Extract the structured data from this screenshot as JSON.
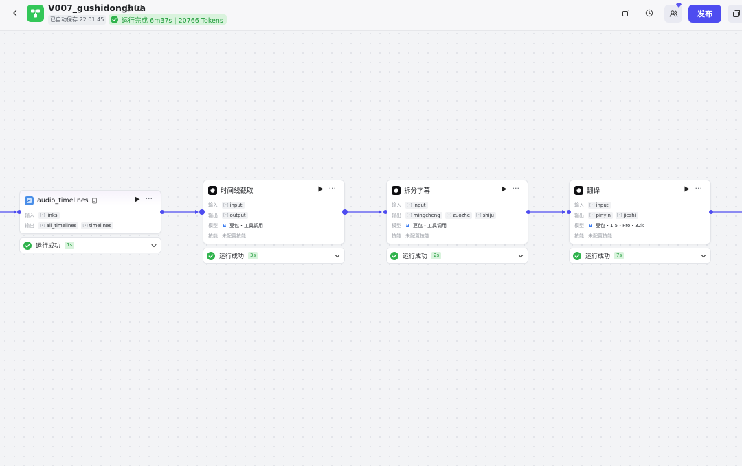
{
  "header": {
    "title": "V007_gushidonghua",
    "autosave": "已自动保存 22:01:45",
    "run_status": "运行完成 6m37s | 20766 Tokens",
    "publish_label": "发布"
  },
  "colors": {
    "accent": "#4e4cf0",
    "success": "#1f9b3a",
    "success_bg": "#d9f3dd",
    "logo": "#34c759"
  },
  "nodes": [
    {
      "title": "audio_timelines",
      "icon": "audio-plugin-icon",
      "input_label": "输入",
      "inputs": [
        {
          "type": "[•]",
          "name": "links"
        }
      ],
      "output_label": "输出",
      "outputs": [
        {
          "type": "[•]",
          "name": "all_timelines"
        },
        {
          "type": "[•]",
          "name": "timelines"
        }
      ],
      "status": "运行成功",
      "duration": "1s"
    },
    {
      "title": "时间线截取",
      "icon": "llm-icon",
      "input_label": "输入",
      "inputs": [
        {
          "type": "[•]",
          "name": "input"
        }
      ],
      "output_label": "输出",
      "outputs": [
        {
          "type": "[•]",
          "name": "output"
        }
      ],
      "model_label": "模型",
      "model": "豆包・工具调用",
      "skill_label": "技能",
      "skill": "未配置技能",
      "status": "运行成功",
      "duration": "3s"
    },
    {
      "title": "拆分字幕",
      "icon": "llm-icon",
      "input_label": "输入",
      "inputs": [
        {
          "type": "[•]",
          "name": "input"
        }
      ],
      "output_label": "输出",
      "outputs": [
        {
          "type": "[•]",
          "name": "mingcheng"
        },
        {
          "type": "[•]",
          "name": "zuozhe"
        },
        {
          "type": "[•]",
          "name": "shiju"
        }
      ],
      "model_label": "模型",
      "model": "豆包・工具调用",
      "skill_label": "技能",
      "skill": "未配置技能",
      "status": "运行成功",
      "duration": "2s"
    },
    {
      "title": "翻译",
      "icon": "llm-icon",
      "input_label": "输入",
      "inputs": [
        {
          "type": "[•]",
          "name": "input"
        }
      ],
      "output_label": "输出",
      "outputs": [
        {
          "type": "[•]",
          "name": "pinyin"
        },
        {
          "type": "[•]",
          "name": "jieshi"
        }
      ],
      "model_label": "模型",
      "model": "豆包・1.5・Pro・32k",
      "skill_label": "技能",
      "skill": "未配置技能",
      "status": "运行成功",
      "duration": "7s"
    }
  ]
}
